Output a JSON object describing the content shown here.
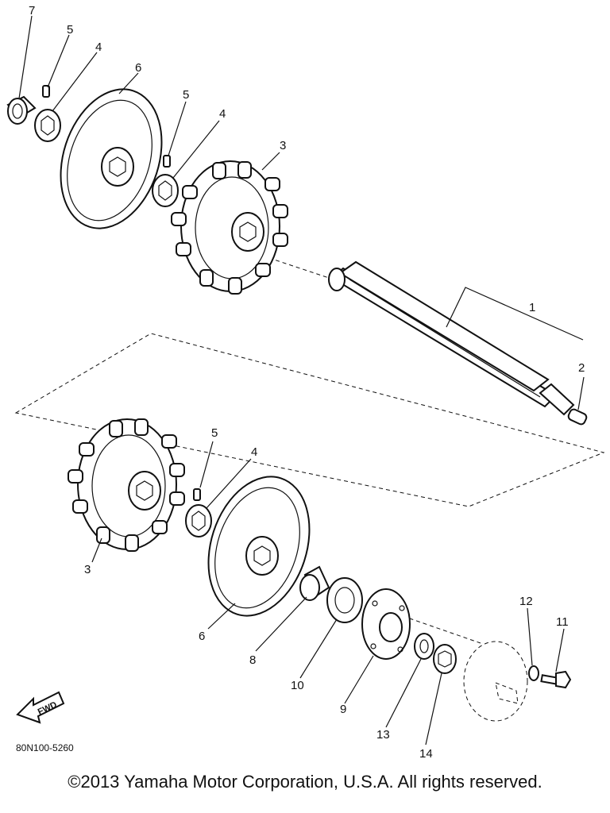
{
  "diagram": {
    "part_code": "80N100-5260",
    "fwd_label": "FWD",
    "callouts": [
      {
        "id": "c7a",
        "label": "7"
      },
      {
        "id": "c5a",
        "label": "5"
      },
      {
        "id": "c4a",
        "label": "4"
      },
      {
        "id": "c6a",
        "label": "6"
      },
      {
        "id": "c5b",
        "label": "5"
      },
      {
        "id": "c4b",
        "label": "4"
      },
      {
        "id": "c3a",
        "label": "3"
      },
      {
        "id": "c1",
        "label": "1"
      },
      {
        "id": "c2",
        "label": "2"
      },
      {
        "id": "c5c",
        "label": "5"
      },
      {
        "id": "c4c",
        "label": "4"
      },
      {
        "id": "c3b",
        "label": "3"
      },
      {
        "id": "c6b",
        "label": "6"
      },
      {
        "id": "c8",
        "label": "8"
      },
      {
        "id": "c10",
        "label": "10"
      },
      {
        "id": "c9",
        "label": "9"
      },
      {
        "id": "c13",
        "label": "13"
      },
      {
        "id": "c14",
        "label": "14"
      },
      {
        "id": "c12",
        "label": "12"
      },
      {
        "id": "c11",
        "label": "11"
      }
    ]
  },
  "footer": {
    "copyright": "©2013 Yamaha Motor Corporation, U.S.A. All rights reserved."
  }
}
